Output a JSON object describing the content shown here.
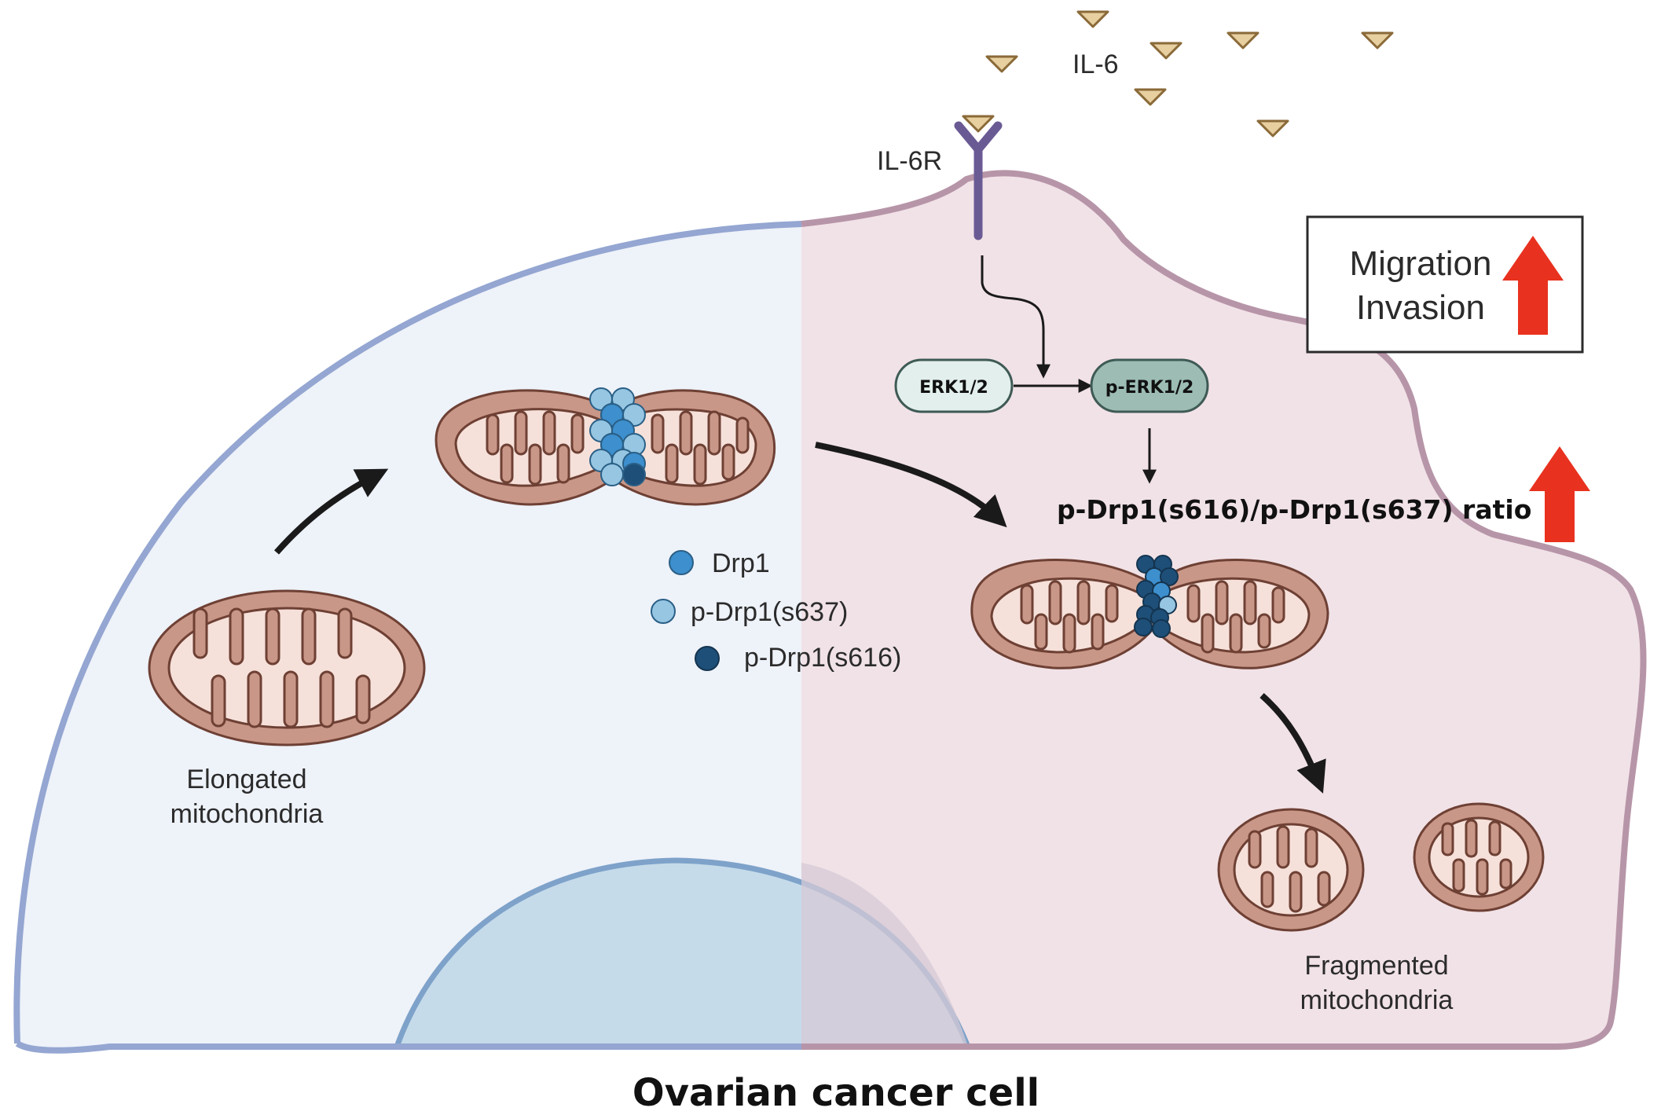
{
  "title": "Ovarian cancer cell",
  "ligand": {
    "label": "IL-6"
  },
  "receptor": {
    "label": "IL-6R"
  },
  "kinase": {
    "inactive": "ERK1/2",
    "active": "p-ERK1/2"
  },
  "ratio_label": "p-Drp1(s616)/p-Drp1(s637) ratio",
  "outcome": {
    "line1": "Migration",
    "line2": "Invasion"
  },
  "legend": {
    "drp1": "Drp1",
    "s637": "p-Drp1(s637)",
    "s616": "p-Drp1(s616)"
  },
  "states": {
    "elongated": {
      "line1": "Elongated",
      "line2": "mitochondria"
    },
    "fragmented": {
      "line1": "Fragmented",
      "line2": "mitochondria"
    }
  },
  "colors": {
    "left_cytoplasm": "#eef2f9",
    "right_cytoplasm": "#f1e2e7",
    "membrane_left": "#94a6d1",
    "membrane_right": "#b795a8",
    "nucleus": "#c5dbea",
    "mito_outer": "#c99788",
    "mito_inner": "#f6e1da",
    "mito_stroke": "#6e4034",
    "drp1": "#3d8fcd",
    "drp1_s637": "#96c6e2",
    "drp1_s616": "#1e4f78",
    "ligand": "#e7cfa0",
    "receptor": "#6a5a94",
    "erk": "#e2efec",
    "perk": "#9cbcb4",
    "up_arrow": "#e8321f"
  }
}
